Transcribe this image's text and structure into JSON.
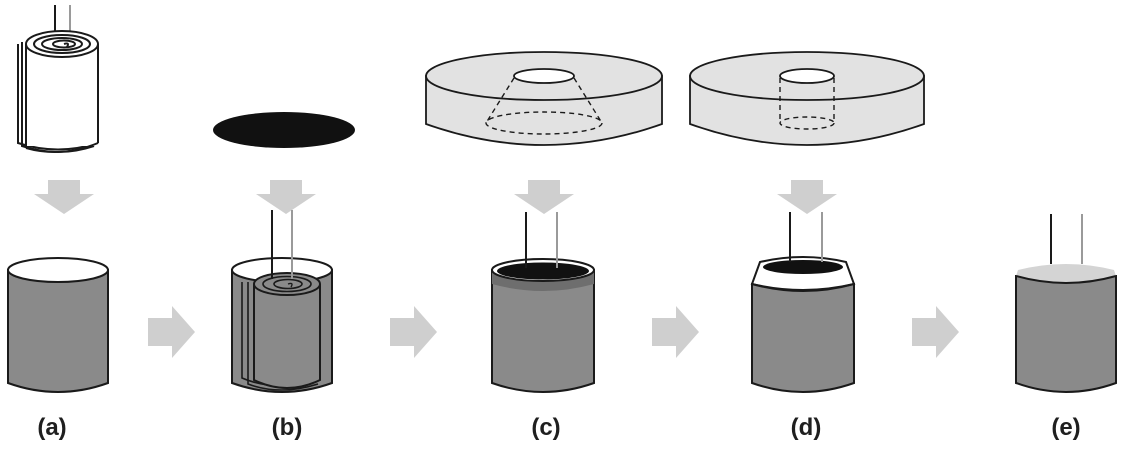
{
  "figure": {
    "step_labels": [
      "(a)",
      "(b)",
      "(c)",
      "(d)",
      "(e)"
    ]
  },
  "colors": {
    "can_fill": "#8a8a8a",
    "outline": "#1a1a1a",
    "arrow": "#cfcfcf",
    "die_fill": "#e2e2e2",
    "disc_fill": "#111111",
    "wire_light": "#9a9a9a"
  }
}
